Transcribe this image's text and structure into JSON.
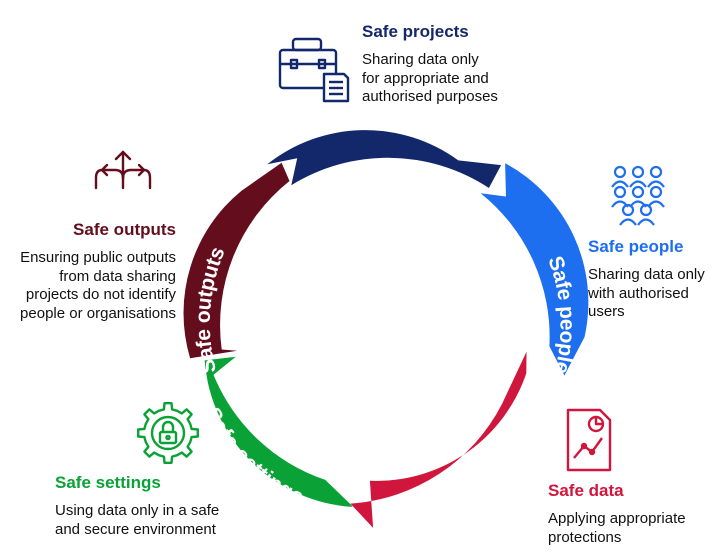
{
  "colors": {
    "projects": "#13286b",
    "people": "#1e6ef0",
    "data": "#d0163c",
    "settings": "#0aa236",
    "outputs": "#640d1d"
  },
  "ring": {
    "projects": "Safe projects",
    "people": "Safe people",
    "data": "Safe data",
    "settings": "Safe settings",
    "outputs": "Safe outputs"
  },
  "blocks": {
    "projects": {
      "title": "Safe projects",
      "desc": "Sharing data only\nfor appropriate and\nauthorised purposes",
      "icon": "briefcase-document-icon"
    },
    "people": {
      "title": "Safe people",
      "desc": "Sharing data only\nwith authorised\nusers",
      "icon": "people-group-icon"
    },
    "data": {
      "title": "Safe data",
      "desc": "Applying appropriate\nprotections",
      "icon": "data-report-icon"
    },
    "settings": {
      "title": "Safe settings",
      "desc": "Using data only in a safe\nand secure environment",
      "icon": "gear-lock-icon"
    },
    "outputs": {
      "title": "Safe outputs",
      "desc": "Ensuring public outputs\nfrom data sharing\nprojects do not identify\npeople or organisations",
      "icon": "split-arrows-icon"
    }
  }
}
